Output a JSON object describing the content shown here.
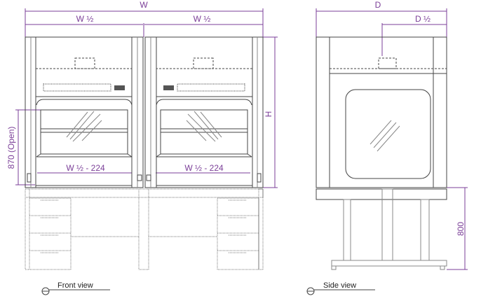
{
  "front_view": {
    "title": "Front view",
    "dim_width": "W",
    "dim_half_width_left": "W ½",
    "dim_half_width_right": "W ½",
    "dim_height": "H",
    "dim_sash_open": "870 (Open)",
    "dim_opening_left": "W ½ - 224",
    "dim_opening_right": "W ½ - 224"
  },
  "side_view": {
    "title": "Side view",
    "dim_depth": "D",
    "dim_half_depth": "D ½",
    "dim_bench_height": "800"
  },
  "colors": {
    "dimension": "#7b3f98",
    "line": "#444444"
  }
}
